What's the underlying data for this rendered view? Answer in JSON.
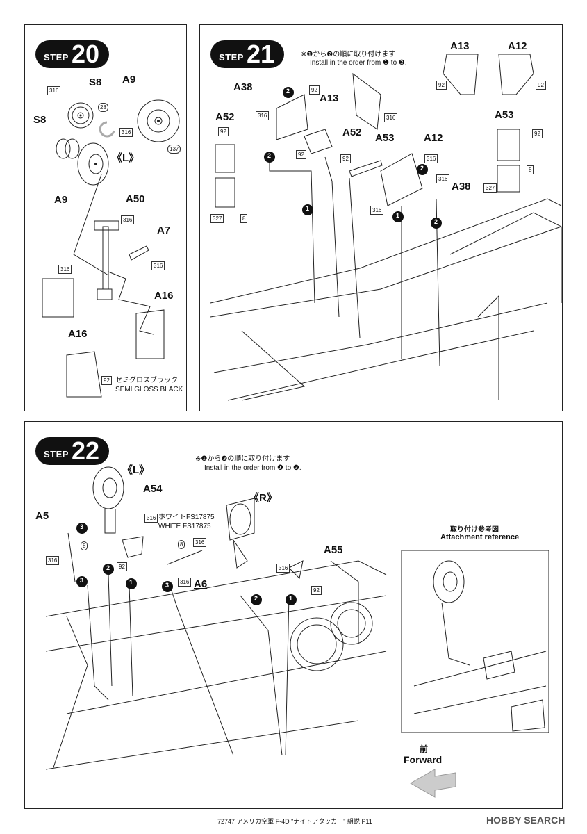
{
  "step20": {
    "word": "STEP",
    "number": "20",
    "labels": {
      "s8_top": "S8",
      "a9_top": "A9",
      "s8_left": "S8",
      "l_mark": "《L》",
      "a9_left": "A9",
      "a50": "A50",
      "a7": "A7",
      "a16_right": "A16",
      "a16_bottom": "A16"
    },
    "codes": {
      "c316_a": "316",
      "c28": "28",
      "c316_b": "316",
      "c137": "137",
      "c316_c": "316",
      "c316_d": "316",
      "c316_e": "316",
      "c92": "92"
    },
    "paint_jp": "セミグロスブラック",
    "paint_en": "SEMI GLOSS BLACK"
  },
  "step21": {
    "word": "STEP",
    "number": "21",
    "note_jp": "※❶から❷の順に取り付けます",
    "note_en": "Install in the order from ❶ to ❷.",
    "labels": {
      "a13_top": "A13",
      "a12_top": "A12",
      "a38_left": "A38",
      "a13": "A13",
      "a52_left": "A52",
      "a52": "A52",
      "a53": "A53",
      "a12": "A12",
      "a53_right": "A53",
      "a38_right": "A38"
    },
    "codes": {
      "c92_a": "92",
      "c92_b": "92",
      "c92_c": "92",
      "c316_a": "316",
      "c316_b": "316",
      "c92_d": "92",
      "c327_a": "327",
      "c8_a": "8",
      "c92_e": "92",
      "c92_f": "92",
      "c316_c": "316",
      "c316_d": "316",
      "c316_e": "316",
      "c92_g": "92",
      "c8_b": "8",
      "c327_b": "327"
    },
    "order_markers": {
      "m2_a": "2",
      "m2_b": "2",
      "m1_a": "1",
      "m2_c": "2",
      "m1_b": "1",
      "m2_d": "2"
    }
  },
  "step22": {
    "word": "STEP",
    "number": "22",
    "note_jp": "※❶から❸の順に取り付けます",
    "note_en": "Install in the order from ❶ to ❸.",
    "labels": {
      "l_mark": "《L》",
      "a54": "A54",
      "a5": "A5",
      "r_mark": "《R》",
      "a55": "A55",
      "a6": "A6"
    },
    "paint_jp": "ホワイトFS17875",
    "paint_en": "WHITE FS17875",
    "codes": {
      "c316_a": "316",
      "c8_a": "8",
      "c316_b": "316",
      "c92_a": "92",
      "c8_b": "8",
      "c316_c": "316",
      "c316_d": "316",
      "c316_e": "316",
      "c92_b": "92"
    },
    "order_markers": {
      "m3_a": "3",
      "m3_b": "3",
      "m2_a": "2",
      "m1_a": "1",
      "m3_c": "3",
      "m2_b": "2",
      "m1_b": "1"
    },
    "reference_jp": "取り付け参考図",
    "reference_en": "Attachment reference",
    "forward_jp": "前",
    "forward_en": "Forward"
  },
  "footer": {
    "text": "72747  アメリカ空軍 F-4D \"ナイトアタッカー\"  組説 P11",
    "brand": "HOBBY SEARCH"
  }
}
